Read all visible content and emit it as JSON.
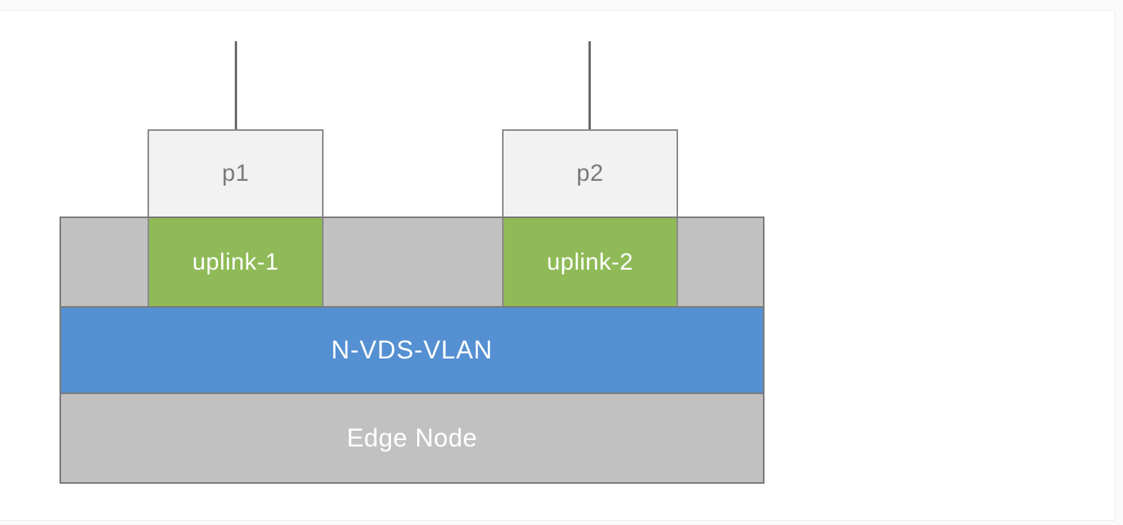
{
  "diagram": {
    "ports": [
      {
        "label": "p1"
      },
      {
        "label": "p2"
      }
    ],
    "uplinks": [
      {
        "label": "uplink-1"
      },
      {
        "label": "uplink-2"
      }
    ],
    "nvds_vlan": {
      "label": "N-VDS-VLAN"
    },
    "edge_node": {
      "label": "Edge Node"
    },
    "colors": {
      "port_fill": "#f2f2f2",
      "port_text": "#7a7a7a",
      "uplink_fill": "#8fba57",
      "nvds_fill": "#5590d2",
      "band_fill": "#c1c1c1",
      "band_border": "#7b7b7b",
      "wire": "#6b6b6b",
      "light_text": "#ffffff",
      "page_background": "#fafafa",
      "card_background": "#ffffff"
    }
  }
}
